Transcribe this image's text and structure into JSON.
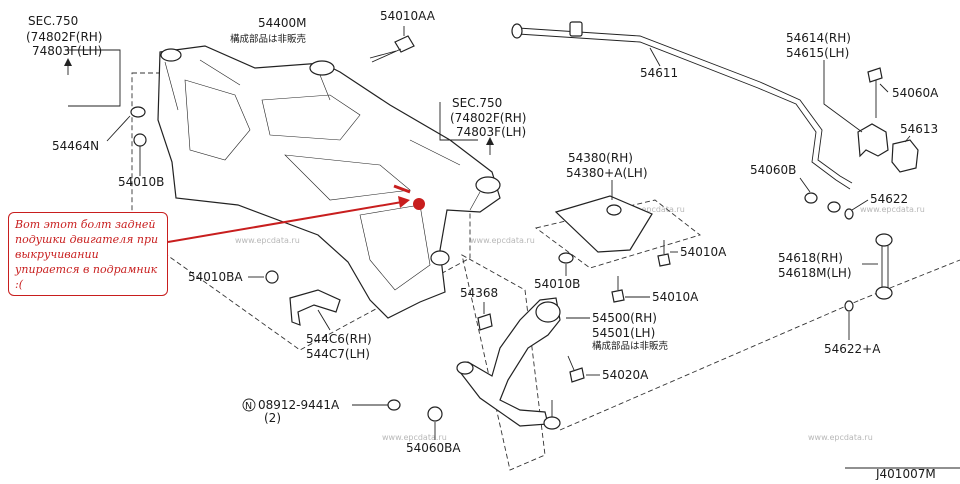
{
  "diagram_code": "J401007M",
  "watermark": "www.epcdata.ru",
  "note": "Вот этот болт задней подушки двигателя при выкручивании упирается в подрамник :(",
  "colors": {
    "line": "#222222",
    "annotation": "#c81e1e"
  },
  "labels": {
    "sec750_left_a": "SEC.750",
    "sec750_left_b": "(74802F(RH)",
    "sec750_left_c": "74803F(LH)",
    "sec750_right_a": "SEC.750",
    "sec750_right_b": "(74802F(RH)",
    "sec750_right_c": "74803F(LH)",
    "p54400m": "54400M",
    "p54400m_note": "構成部品は非販売",
    "p54010aa": "54010AA",
    "p54464n": "54464N",
    "p54010b_left": "54010B",
    "p54010ba": "54010BA",
    "p544c6": "544C6(RH)",
    "p544c7": "544C7(LH)",
    "p08912": "08912-9441A",
    "p08912_qty": "(2)",
    "p54060ba": "54060BA",
    "p54611": "54611",
    "p54380": "54380(RH)",
    "p54380a": "54380+A(LH)",
    "p54010a_1": "54010A",
    "p54010a_2": "54010A",
    "p54010b_mid": "54010B",
    "p54368": "54368",
    "p54500": "54500(RH)",
    "p54501": "54501(LH)",
    "p54501_note": "構成部品は非販売",
    "p54020a": "54020A",
    "p54614": "54614(RH)",
    "p54615": "54615(LH)",
    "p54060a": "54060A",
    "p54613": "54613",
    "p54060b": "54060B",
    "p54622": "54622",
    "p54618": "54618(RH)",
    "p54618m": "54618M(LH)",
    "p54622a": "54622+A"
  }
}
